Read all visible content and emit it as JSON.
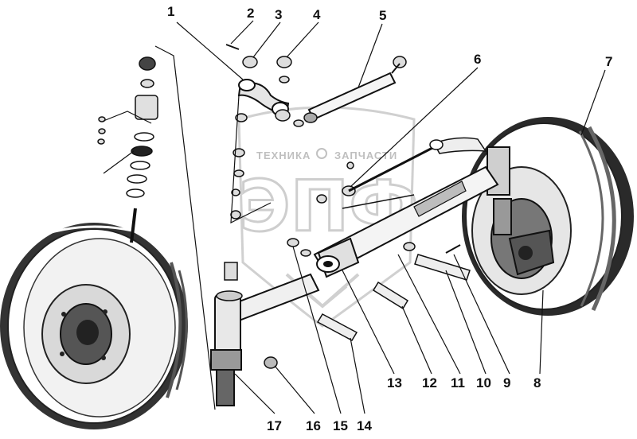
{
  "diagram": {
    "callouts": [
      "1",
      "2",
      "3",
      "4",
      "5",
      "6",
      "7",
      "8",
      "9",
      "10",
      "11",
      "12",
      "13",
      "14",
      "15",
      "16",
      "17"
    ]
  },
  "watermark": {
    "top_text_left": "ТЕХНИКА",
    "top_text_right": "ЗАПЧАСТИ",
    "logo_letters": "ЭПФ"
  },
  "colors": {
    "line": "#1a1a1a",
    "tire_dark": "#222222",
    "watermark": "#c4c4c4",
    "background": "#ffffff"
  }
}
